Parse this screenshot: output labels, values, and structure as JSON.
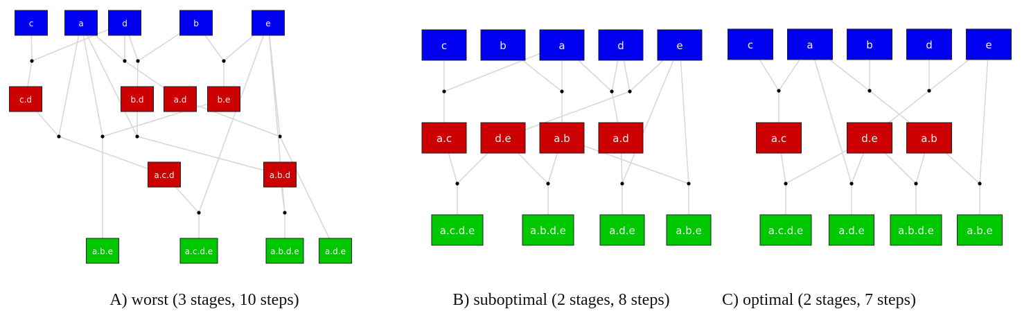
{
  "colors": {
    "input": "#0000f0",
    "intermediate": "#cc0000",
    "output": "#00c800",
    "edge": "#d8d8d8",
    "junction": "#000000"
  },
  "panels": [
    {
      "id": "A",
      "caption": "A) worst (3 stages, 10 steps)",
      "nodes": [
        {
          "id": "c",
          "label": "c",
          "kind": "input"
        },
        {
          "id": "a",
          "label": "a",
          "kind": "input"
        },
        {
          "id": "d",
          "label": "d",
          "kind": "input"
        },
        {
          "id": "b",
          "label": "b",
          "kind": "input"
        },
        {
          "id": "e",
          "label": "e",
          "kind": "input"
        },
        {
          "id": "c.d",
          "label": "c.d",
          "kind": "intermediate"
        },
        {
          "id": "b.d",
          "label": "b.d",
          "kind": "intermediate"
        },
        {
          "id": "a.d",
          "label": "a.d",
          "kind": "intermediate"
        },
        {
          "id": "b.e",
          "label": "b.e",
          "kind": "intermediate"
        },
        {
          "id": "a.c.d",
          "label": "a.c.d",
          "kind": "intermediate"
        },
        {
          "id": "a.b.d",
          "label": "a.b.d",
          "kind": "intermediate"
        },
        {
          "id": "a.b.e",
          "label": "a.b.e",
          "kind": "output"
        },
        {
          "id": "a.c.d.e",
          "label": "a.c.d.e",
          "kind": "output"
        },
        {
          "id": "a.b.d.e",
          "label": "a.b.d.e",
          "kind": "output"
        },
        {
          "id": "a.d.e",
          "label": "a.d.e",
          "kind": "output"
        }
      ],
      "edges": [
        {
          "from": [
            "c",
            "d"
          ],
          "to": "c.d"
        },
        {
          "from": [
            "a",
            "d"
          ],
          "to": "a.d"
        },
        {
          "from": [
            "d",
            "b"
          ],
          "to": "b.d"
        },
        {
          "from": [
            "b",
            "e"
          ],
          "to": "b.e"
        },
        {
          "from": [
            "c.d",
            "a"
          ],
          "to": "a.c.d"
        },
        {
          "from": [
            "b.d",
            "a"
          ],
          "to": "a.b.d"
        },
        {
          "from": [
            "a",
            "b.e"
          ],
          "to": "a.b.e"
        },
        {
          "from": [
            "a.d",
            "e"
          ],
          "to": "a.d.e"
        },
        {
          "from": [
            "a.c.d",
            "e"
          ],
          "to": "a.c.d.e"
        },
        {
          "from": [
            "a.b.d",
            "e"
          ],
          "to": "a.b.d.e"
        }
      ]
    },
    {
      "id": "B",
      "caption": "B) suboptimal (2 stages, 8 steps)",
      "nodes": [
        {
          "id": "c",
          "label": "c",
          "kind": "input"
        },
        {
          "id": "b",
          "label": "b",
          "kind": "input"
        },
        {
          "id": "a",
          "label": "a",
          "kind": "input"
        },
        {
          "id": "d",
          "label": "d",
          "kind": "input"
        },
        {
          "id": "e",
          "label": "e",
          "kind": "input"
        },
        {
          "id": "a.c",
          "label": "a.c",
          "kind": "intermediate"
        },
        {
          "id": "d.e",
          "label": "d.e",
          "kind": "intermediate"
        },
        {
          "id": "a.b",
          "label": "a.b",
          "kind": "intermediate"
        },
        {
          "id": "a.d",
          "label": "a.d",
          "kind": "intermediate"
        },
        {
          "id": "a.c.d.e",
          "label": "a.c.d.e",
          "kind": "output"
        },
        {
          "id": "a.b.d.e",
          "label": "a.b.d.e",
          "kind": "output"
        },
        {
          "id": "a.d.e",
          "label": "a.d.e",
          "kind": "output"
        },
        {
          "id": "a.b.e",
          "label": "a.b.e",
          "kind": "output"
        }
      ],
      "edges": [
        {
          "from": [
            "c",
            "a"
          ],
          "to": "a.c"
        },
        {
          "from": [
            "b",
            "a"
          ],
          "to": "a.b"
        },
        {
          "from": [
            "a",
            "d"
          ],
          "to": "a.d"
        },
        {
          "from": [
            "d",
            "e"
          ],
          "to": "d.e"
        },
        {
          "from": [
            "a.c",
            "d.e"
          ],
          "to": "a.c.d.e"
        },
        {
          "from": [
            "d.e",
            "a.b"
          ],
          "to": "a.b.d.e"
        },
        {
          "from": [
            "a.d",
            "e"
          ],
          "to": "a.d.e"
        },
        {
          "from": [
            "a.b",
            "e"
          ],
          "to": "a.b.e"
        }
      ]
    },
    {
      "id": "C",
      "caption": "C) optimal (2 stages, 7 steps)",
      "nodes": [
        {
          "id": "c",
          "label": "c",
          "kind": "input"
        },
        {
          "id": "a",
          "label": "a",
          "kind": "input"
        },
        {
          "id": "b",
          "label": "b",
          "kind": "input"
        },
        {
          "id": "d",
          "label": "d",
          "kind": "input"
        },
        {
          "id": "e",
          "label": "e",
          "kind": "input"
        },
        {
          "id": "a.c",
          "label": "a.c",
          "kind": "intermediate"
        },
        {
          "id": "d.e",
          "label": "d.e",
          "kind": "intermediate"
        },
        {
          "id": "a.b",
          "label": "a.b",
          "kind": "intermediate"
        },
        {
          "id": "a.c.d.e",
          "label": "a.c.d.e",
          "kind": "output"
        },
        {
          "id": "a.d.e",
          "label": "a.d.e",
          "kind": "output"
        },
        {
          "id": "a.b.d.e",
          "label": "a.b.d.e",
          "kind": "output"
        },
        {
          "id": "a.b.e",
          "label": "a.b.e",
          "kind": "output"
        }
      ],
      "edges": [
        {
          "from": [
            "c",
            "a"
          ],
          "to": "a.c"
        },
        {
          "from": [
            "b",
            "a"
          ],
          "to": "a.b"
        },
        {
          "from": [
            "d",
            "e"
          ],
          "to": "d.e"
        },
        {
          "from": [
            "a.c",
            "d.e"
          ],
          "to": "a.c.d.e"
        },
        {
          "from": [
            "a",
            "d.e"
          ],
          "to": "a.d.e"
        },
        {
          "from": [
            "d.e",
            "a.b"
          ],
          "to": "a.b.d.e"
        },
        {
          "from": [
            "a.b",
            "e"
          ],
          "to": "a.b.e"
        }
      ]
    }
  ]
}
